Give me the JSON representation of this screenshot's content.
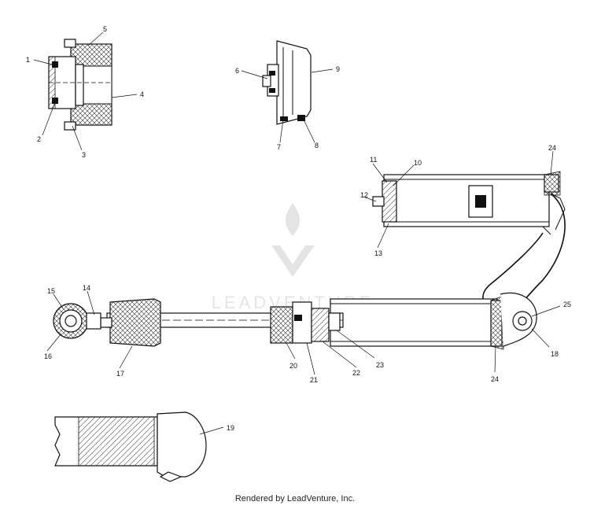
{
  "diagram": {
    "callouts": {
      "c1": "1",
      "c2": "2",
      "c3": "3",
      "c4": "4",
      "c5": "5",
      "c6": "6",
      "c7": "7",
      "c8": "8",
      "c9": "9",
      "c10": "10",
      "c11": "11",
      "c12": "12",
      "c13": "13",
      "c14": "14",
      "c15": "15",
      "c16": "16",
      "c17": "17",
      "c18": "18",
      "c19": "19",
      "c20": "20",
      "c21": "21",
      "c22": "22",
      "c23": "23",
      "c24a": "24",
      "c24b": "24",
      "c25": "25"
    }
  },
  "watermark": {
    "text": "LEADVENTURE"
  },
  "footer": {
    "text": "Rendered by LeadVenture, Inc."
  }
}
